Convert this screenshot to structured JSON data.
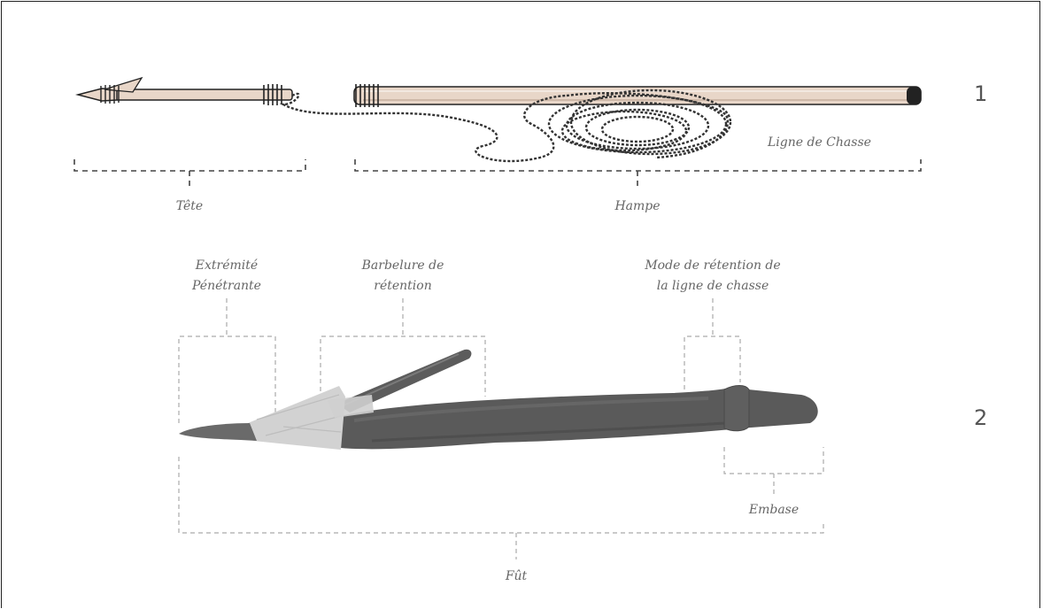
{
  "figure_1": {
    "number": "1",
    "labels": {
      "head": "Tête",
      "shaft": "Hampe",
      "line": "Ligne de Chasse"
    }
  },
  "figure_2": {
    "number": "2",
    "labels": {
      "tip_line1": "Extrémité",
      "tip_line2": "Pénétrante",
      "barb_line1": "Barbelure de",
      "barb_line2": "rétention",
      "retention_line1": "Mode de rétention de",
      "retention_line2": "la ligne de chasse",
      "base": "Embase",
      "body": "Fût"
    }
  },
  "colors": {
    "wood": "#e8d6c8",
    "wood_outline": "#222222",
    "cord": "#333333",
    "bone": "#5a5a5a",
    "binding": "#d2d2d2",
    "bracket_dark": "#444444",
    "bracket_light": "#aaaaaa",
    "label": "#666666"
  }
}
